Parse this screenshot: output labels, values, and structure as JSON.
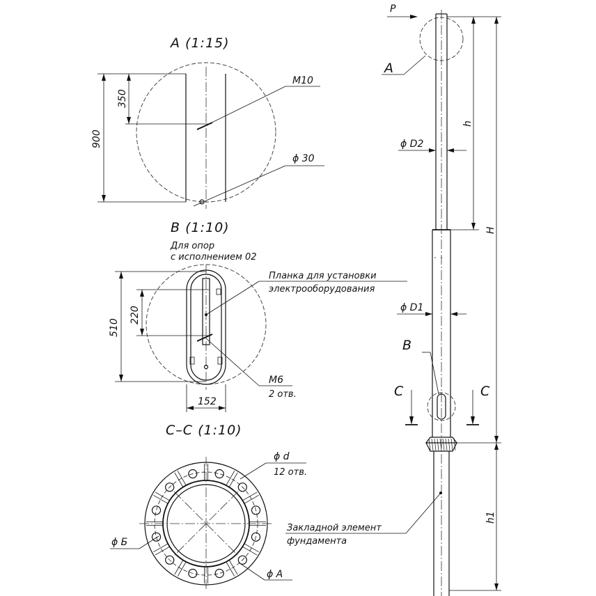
{
  "view_a": {
    "title": "А (1:15)",
    "dim_height": "900",
    "dim_offset": "350",
    "callout_thread": "М10",
    "callout_hole": "ϕ 30"
  },
  "view_b": {
    "title": "В (1:10)",
    "note_line1": "Для опор",
    "note_line2": "с исполнением 02",
    "plate_line1": "Планка для установки",
    "plate_line2": "электрооборудования",
    "dim_height": "510",
    "dim_offset": "220",
    "dim_width": "152",
    "callout_thread": "М6",
    "callout_count": "2 отв."
  },
  "section_cc": {
    "title": "С–С (1:10)",
    "callout_hole_dia": "ϕ d",
    "callout_hole_count": "12 отв.",
    "callout_bolt_circle": "ϕ Б",
    "callout_flange": "ϕ А"
  },
  "pole": {
    "load_label": "P",
    "detail_a_label": "А",
    "detail_b_label": "В",
    "section_label_left": "С",
    "section_label_right": "С",
    "upper_dia": "ϕ D2",
    "lower_dia": "ϕ D1",
    "dim_h": "h",
    "dim_total": "H",
    "dim_h1": "h1",
    "embed_line1": "Закладной элемент",
    "embed_line2": "фундамента"
  }
}
